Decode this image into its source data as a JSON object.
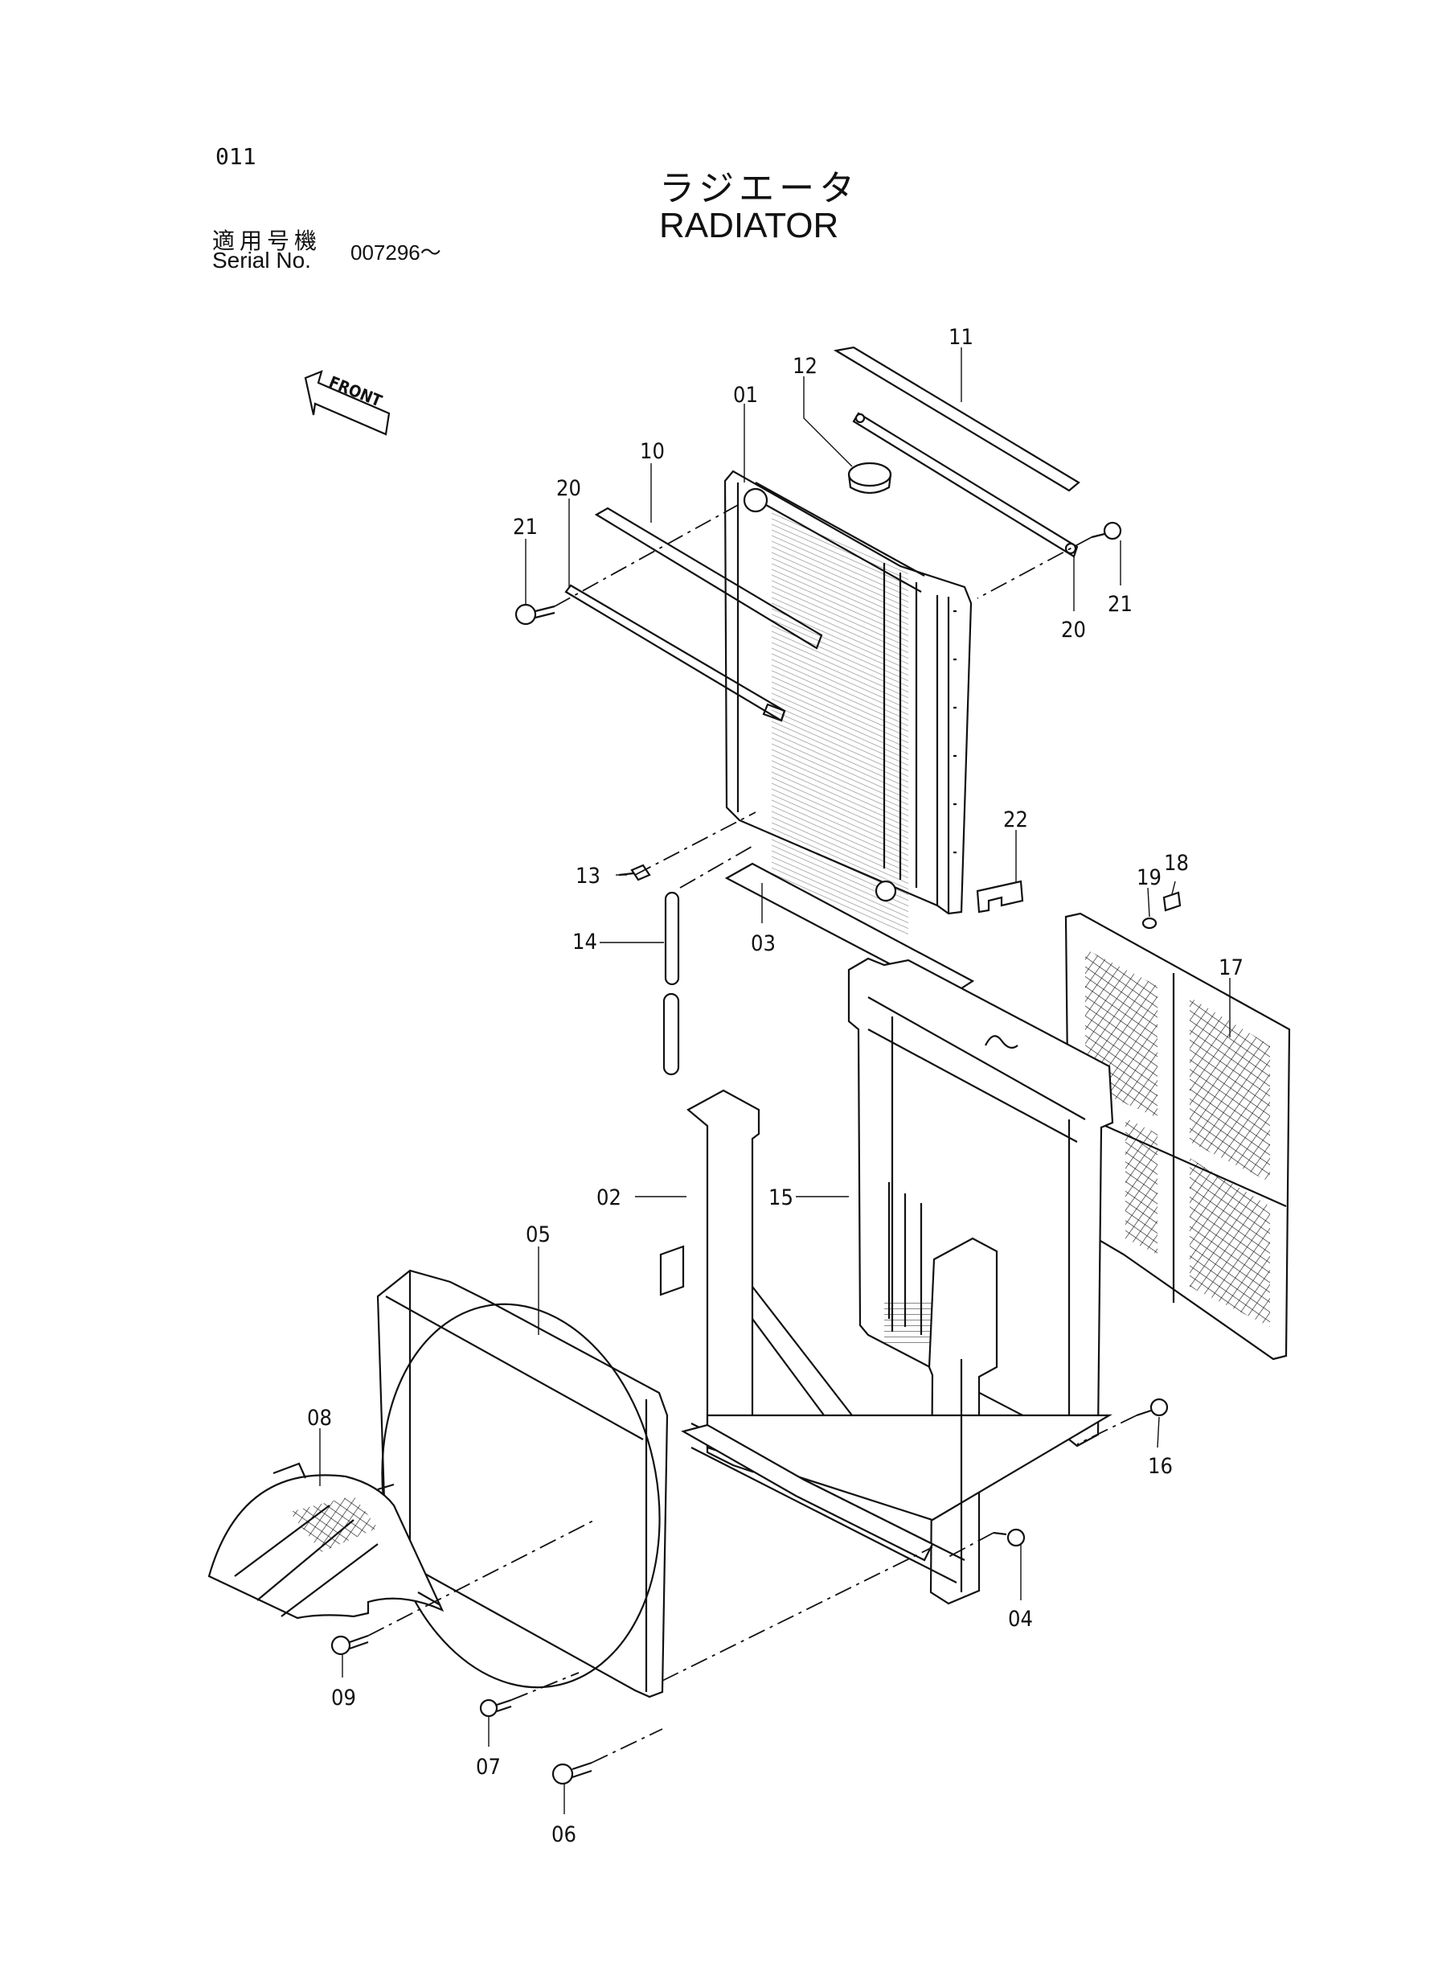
{
  "header": {
    "page_number": "011",
    "title_jp": "ラジエータ",
    "title_en": "RADIATOR",
    "serial_label_jp": "適用号機",
    "serial_label_en": "Serial No.",
    "serial_value": "007296～"
  },
  "front_arrow_label": "FRONT",
  "callouts": [
    "01",
    "02",
    "03",
    "04",
    "05",
    "06",
    "07",
    "08",
    "09",
    "10",
    "11",
    "12",
    "13",
    "14",
    "15",
    "16",
    "17",
    "18",
    "19",
    "20",
    "20",
    "21",
    "21",
    "22"
  ]
}
